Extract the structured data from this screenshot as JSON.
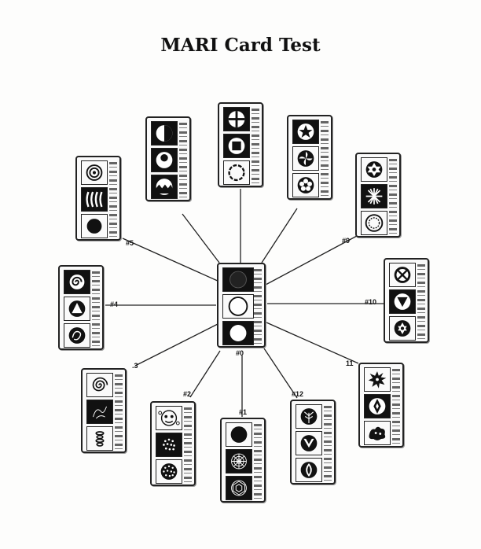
{
  "title": "MARI Card Test",
  "labels": {
    "c0": "#0",
    "c1": "#1",
    "c2": "#2",
    "c3": ".3",
    "c4": "#4",
    "c5": "#5",
    "c9": "#9",
    "c10": "#10",
    "c11": "11",
    "c12": "#12"
  },
  "colors": {
    "ink": "#111111",
    "paper": "#fafafa"
  },
  "cards": {
    "center": [
      "dark-circle-on-black",
      "white-circle-ringed",
      "white-circle-on-black"
    ],
    "top": [
      "circle-cross",
      "circle-square",
      "circle-gear"
    ],
    "top_left": [
      "half-circle",
      "circle-with-dot",
      "circle-waves"
    ],
    "top_right": [
      "circle-star",
      "circle-swirl",
      "circle-flower"
    ],
    "upper_left": [
      "concentric-rings",
      "curved-bars",
      "black-disc"
    ],
    "upper_right": [
      "circle-hexagram",
      "circle-starburst",
      "circle-mandala"
    ],
    "left": [
      "circle-spiral",
      "circle-triangle",
      "scribble-circle"
    ],
    "right": [
      "circle-x",
      "circle-inverted-triangle",
      "circle-star-of-david"
    ],
    "lower_left": [
      "spiral",
      "scribble",
      "coil"
    ],
    "lower_right": [
      "splat-burst",
      "circle-diamond",
      "splat-blob"
    ],
    "bottom_left": [
      "blob-faces",
      "circle-dots",
      "circle-many-dots"
    ],
    "bottom": [
      "black-disc",
      "circle-web",
      "circle-fractal"
    ],
    "bottom_right": [
      "circle-tree",
      "circle-v",
      "circle-leaf"
    ]
  }
}
